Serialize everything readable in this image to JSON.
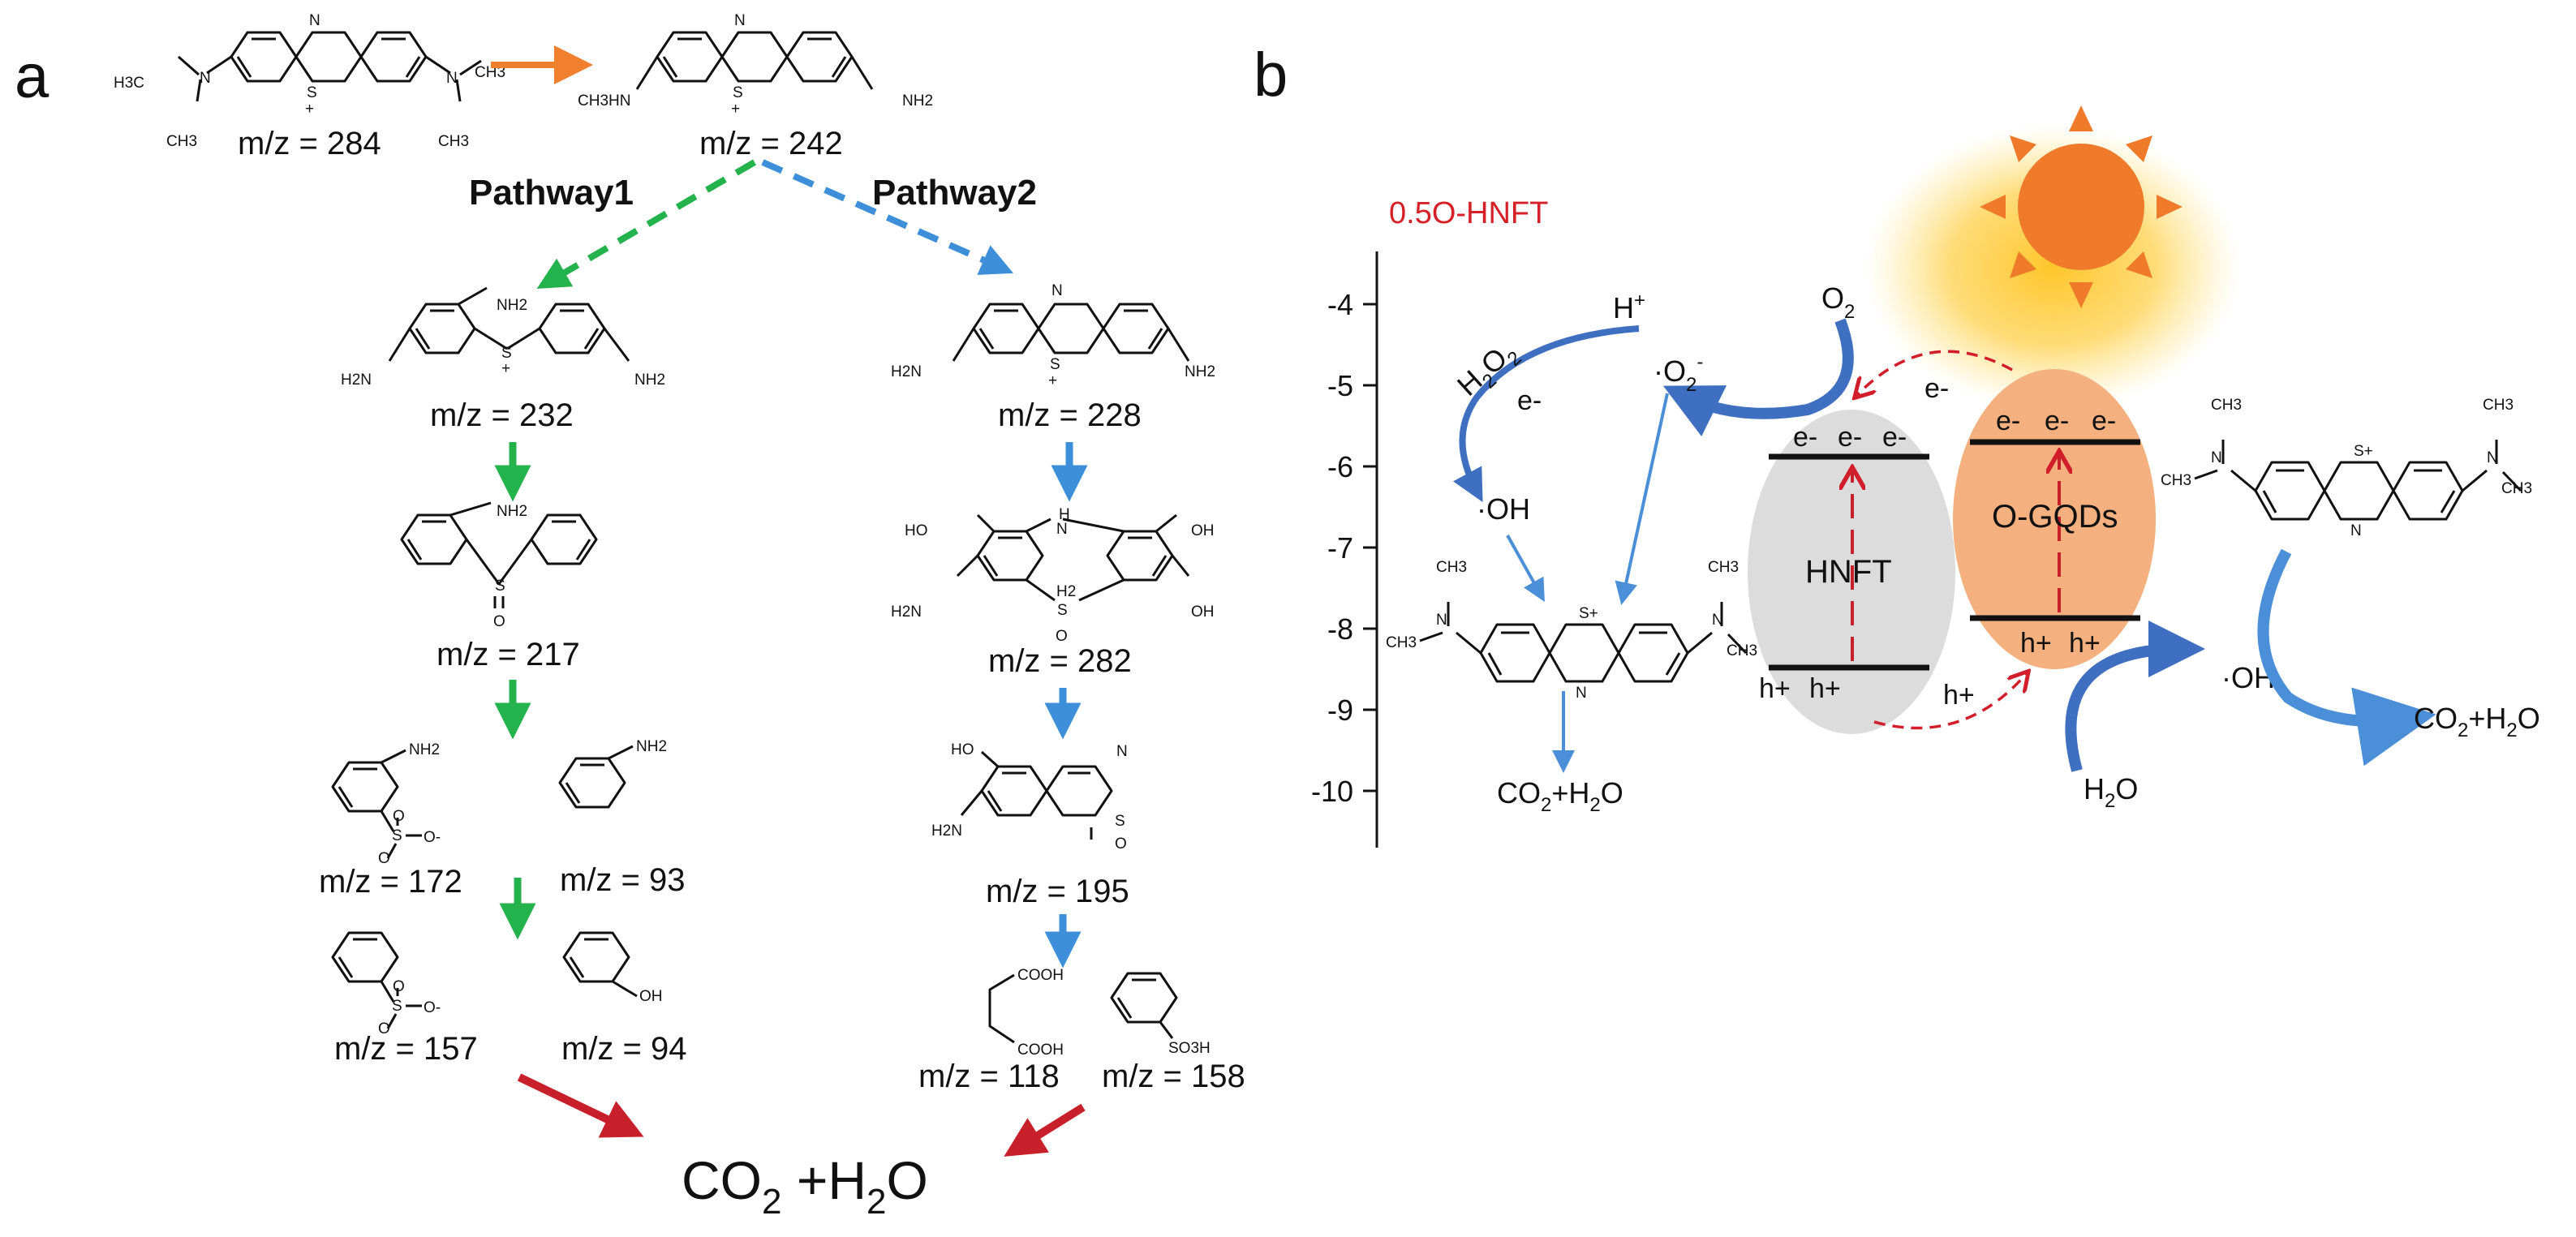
{
  "panel_a": {
    "label": "a",
    "molecules": [
      {
        "id": "mb",
        "mz": "m/z = 284",
        "atoms": [
          "N",
          "N",
          "S",
          "+",
          "H3C",
          "CH3",
          "CH3",
          "CH3"
        ]
      },
      {
        "id": "m242",
        "mz": "m/z = 242",
        "atoms": [
          "N",
          "S",
          "+",
          "CH3HN",
          "NH2"
        ]
      },
      {
        "id": "m232",
        "mz": "m/z = 232",
        "atoms": [
          "NH2",
          "H2N",
          "NH2",
          "S",
          "+"
        ]
      },
      {
        "id": "m228",
        "mz": "m/z = 228",
        "atoms": [
          "N",
          "H2N",
          "NH2",
          "S",
          "+"
        ]
      },
      {
        "id": "m217",
        "mz": "m/z = 217",
        "atoms": [
          "NH2",
          "S",
          "O"
        ]
      },
      {
        "id": "m282",
        "mz": "m/z = 282",
        "atoms": [
          "N",
          "H",
          "HO",
          "OH",
          "H2N",
          "OH",
          "H2",
          "S",
          "O"
        ]
      },
      {
        "id": "m172",
        "mz": "m/z = 172",
        "atoms": [
          "NH2",
          "S",
          "O",
          "O",
          "O-"
        ]
      },
      {
        "id": "m93",
        "mz": "m/z = 93",
        "atoms": [
          "NH2"
        ]
      },
      {
        "id": "m195",
        "mz": "m/z = 195",
        "atoms": [
          "HO",
          "H2N",
          "N",
          "S",
          "O"
        ]
      },
      {
        "id": "m157",
        "mz": "m/z = 157",
        "atoms": [
          "S",
          "O",
          "O",
          "O-"
        ]
      },
      {
        "id": "m94",
        "mz": "m/z = 94",
        "atoms": [
          "OH"
        ]
      },
      {
        "id": "m118",
        "mz": "m/z = 118",
        "atoms": [
          "COOH",
          "COOH"
        ]
      },
      {
        "id": "m158",
        "mz": "m/z = 158",
        "atoms": [
          "SO3H"
        ]
      }
    ],
    "pathway1": "Pathway1",
    "pathway2": "Pathway2",
    "final_products": {
      "co": "CO",
      "co_sub": "2",
      "plus_h": " +H",
      "h_sub": "2",
      "o": "O"
    },
    "colors": {
      "orange": "#F07F2E",
      "green": "#23B24B",
      "blue": "#3C8FD8",
      "red": "#C8202A"
    }
  },
  "panel_b": {
    "label": "b",
    "sample_label": "0.5O-HNFT",
    "axis_ticks": [
      "-4",
      "-5",
      "-6",
      "-7",
      "-8",
      "-9",
      "-10"
    ],
    "hnft_label": "HNFT",
    "ogqd_label": "O-GQDs",
    "electrons": [
      "e-",
      "e-",
      "e-",
      "e-",
      "e-",
      "e-"
    ],
    "holes": [
      "h+",
      "h+",
      "h+",
      "h+"
    ],
    "transfer_e": "e-",
    "transfer_h": "h+",
    "species": {
      "o2": "O",
      "o2_sub": "2",
      "superoxide": "O",
      "superoxide_sub": "2",
      "superoxide_sup": "-",
      "superoxide_dot": "·",
      "h_plus": "H",
      "h_plus_sup": "+",
      "h2o2": "H",
      "h2o2_sub1": "2",
      "h2o2_o": "O",
      "h2o2_sub2": "2",
      "h2o2_e": "e-",
      "oh_left": "·OH",
      "oh_right": "·OH",
      "h2o": "H",
      "h2o_sub": "2",
      "h2o_o": "O"
    },
    "products_left": {
      "c": "CO",
      "s1": "2",
      "m": "+H",
      "s2": "2",
      "e": "O"
    },
    "products_right": {
      "c": "CO",
      "s1": "2",
      "m": "+H",
      "s2": "2",
      "e": "O"
    },
    "mb_atoms": [
      "S+",
      "N",
      "N",
      "N",
      "CH3",
      "CH3",
      "CH3",
      "CH3"
    ],
    "colors": {
      "hnft": "#DCDCDC",
      "ogqd": "#F4B07E",
      "sun": "#EE7A2A",
      "glow": "#FFC62A",
      "arrow_blue": "#3E6FC0",
      "arrow_lightblue": "#4A8FD8",
      "red": "#D21E2A",
      "label_red": "#D62027"
    }
  }
}
